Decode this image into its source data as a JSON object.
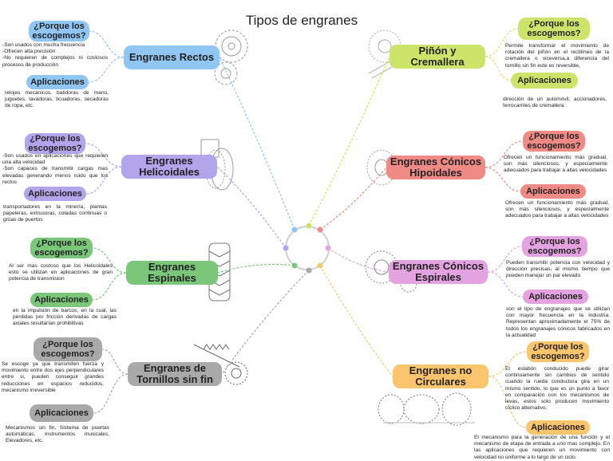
{
  "title": "Tipos de engranes",
  "colors": {
    "blue": "#90c6f4",
    "yellowgreen": "#cde46a",
    "purple": "#b3a5ec",
    "salmon": "#f08a85",
    "green": "#7ac77a",
    "pink": "#e3a3e0",
    "gray": "#a9a9a9",
    "orange": "#fbc56e",
    "center_ring": "#cfcfcf"
  },
  "branches": [
    {
      "id": "rectos",
      "label": "Engranes Rectos",
      "color": "#90c6f4",
      "why_label": "¿Porque los escogemos?",
      "why_text": "-Son usados con mucha frecuencia\n-Ofrecen alta precisión\n-No requieren de complejos ni costosos procesos de producción",
      "app_label": "Aplicaciones",
      "app_text": "relojes mecánicos, batidoras de mano, juguetes, lavadoras, licuadoras, secadoras de ropa, etc."
    },
    {
      "id": "helicoidales",
      "label": "Engranes Helicoidales",
      "color": "#b3a5ec",
      "why_label": "¿Porque los escogemos?",
      "why_text": "-Son usados en aplicaciones que requieren una alta velocidad\n-Son capaces de transmitir cargas mas elevadas generando menos ruido que los rectos",
      "app_label": "Aplicaciones",
      "app_text": "transportadores en la minería, plantas papeleras, extrusoras, coladas continuas o grúas de puertos"
    },
    {
      "id": "espinales",
      "label": "Engranes Espinales",
      "color": "#7ac77a",
      "why_label": "¿Porque los escogemos?",
      "why_text": "Al ser mas costoso que los Helicoidales esto se utilizan en aplicaciones de gran potencia de transmision",
      "app_label": "Aplicaciones",
      "app_text": "en la impulsión de barcos, en la cual, las pérdidas por fricción derivadas de cargas axiales resultarían prohibitivas"
    },
    {
      "id": "tornillos",
      "label": "Engranes de Tornillos sin fin",
      "color": "#a9a9a9",
      "why_label": "¿Porque los escogemos?",
      "why_text": "Se escoge ya que transmiten fuerza y movimiento entre dos ejes perpendiculares entre si, pueden conseguir grandes reducciones en espacios reducidos, mecanismo irreversible",
      "app_label": "Aplicaciones",
      "app_text": "Mecanismos sin fin, Sistema de puertas automáticas, Instrumentos musicales, Elevadores, etc."
    },
    {
      "id": "pinon",
      "label": "Piñón y Cremallera",
      "color": "#cde46a",
      "why_label": "¿Porque los escogemos?",
      "why_text": "Permite transformar el movimiento de rotación del piñón en el rectilíneo de la cremallera o viceversa,a diferencia del tornillo sin fin este es reversible,",
      "app_label": "Aplicaciones",
      "app_text": "dirección de un automóvil, accionadores, ferrocarriles de cremallera"
    },
    {
      "id": "hipoidales",
      "label": "Engranes Cónicos Hipoidales",
      "color": "#f08a85",
      "why_label": "¿Porque los escogemos?",
      "why_text": "Ofrecen un funcionamiento más gradual, son más silenciosos, y especialmente adecuados para trabajar a altas velocidades",
      "app_label": "Aplicaciones",
      "app_text": "Ofrecen un funcionamiento más gradual, son más silenciosos, y especialmente adecuados para trabajar a altas velocidades"
    },
    {
      "id": "espirales",
      "label": "Engranes Cónicos Espirales",
      "color": "#e3a3e0",
      "why_label": "¿Porque los escogemos?",
      "why_text": "Pueden transmitir potencia con velocidad y dirección precisas, al mismo tiempo que pueden manejar un par elevado",
      "app_label": "Aplicaciones",
      "app_text": "son el tipo de engranajes que se utilizan con mayor frecuencia en la industria. Representan aproximadamente el 75% de todos los engranajes cónicos fabricados en la actualidad"
    },
    {
      "id": "nocirculares",
      "label": "Engranes no Circulares",
      "color": "#fbc56e",
      "why_label": "¿Porque los escogemos?",
      "why_text": "El eslabón conducido puede girar continuamente sin cambios de sentido cuando la rueda conductora gira en un mismo sentido, lo que es un punto a favor en comparación con los mecanismos de levas, estos solo producen movimiento cíclico alternativo.",
      "app_label": "Aplicaciones",
      "app_text": "El mecanismo para la generación de una función y el mecanismo de etapa de entrada a uno mas complejo. En las aplicaciones que requieren un movimiento con velocidad no uniforme a lo largo de un ciclo."
    }
  ]
}
